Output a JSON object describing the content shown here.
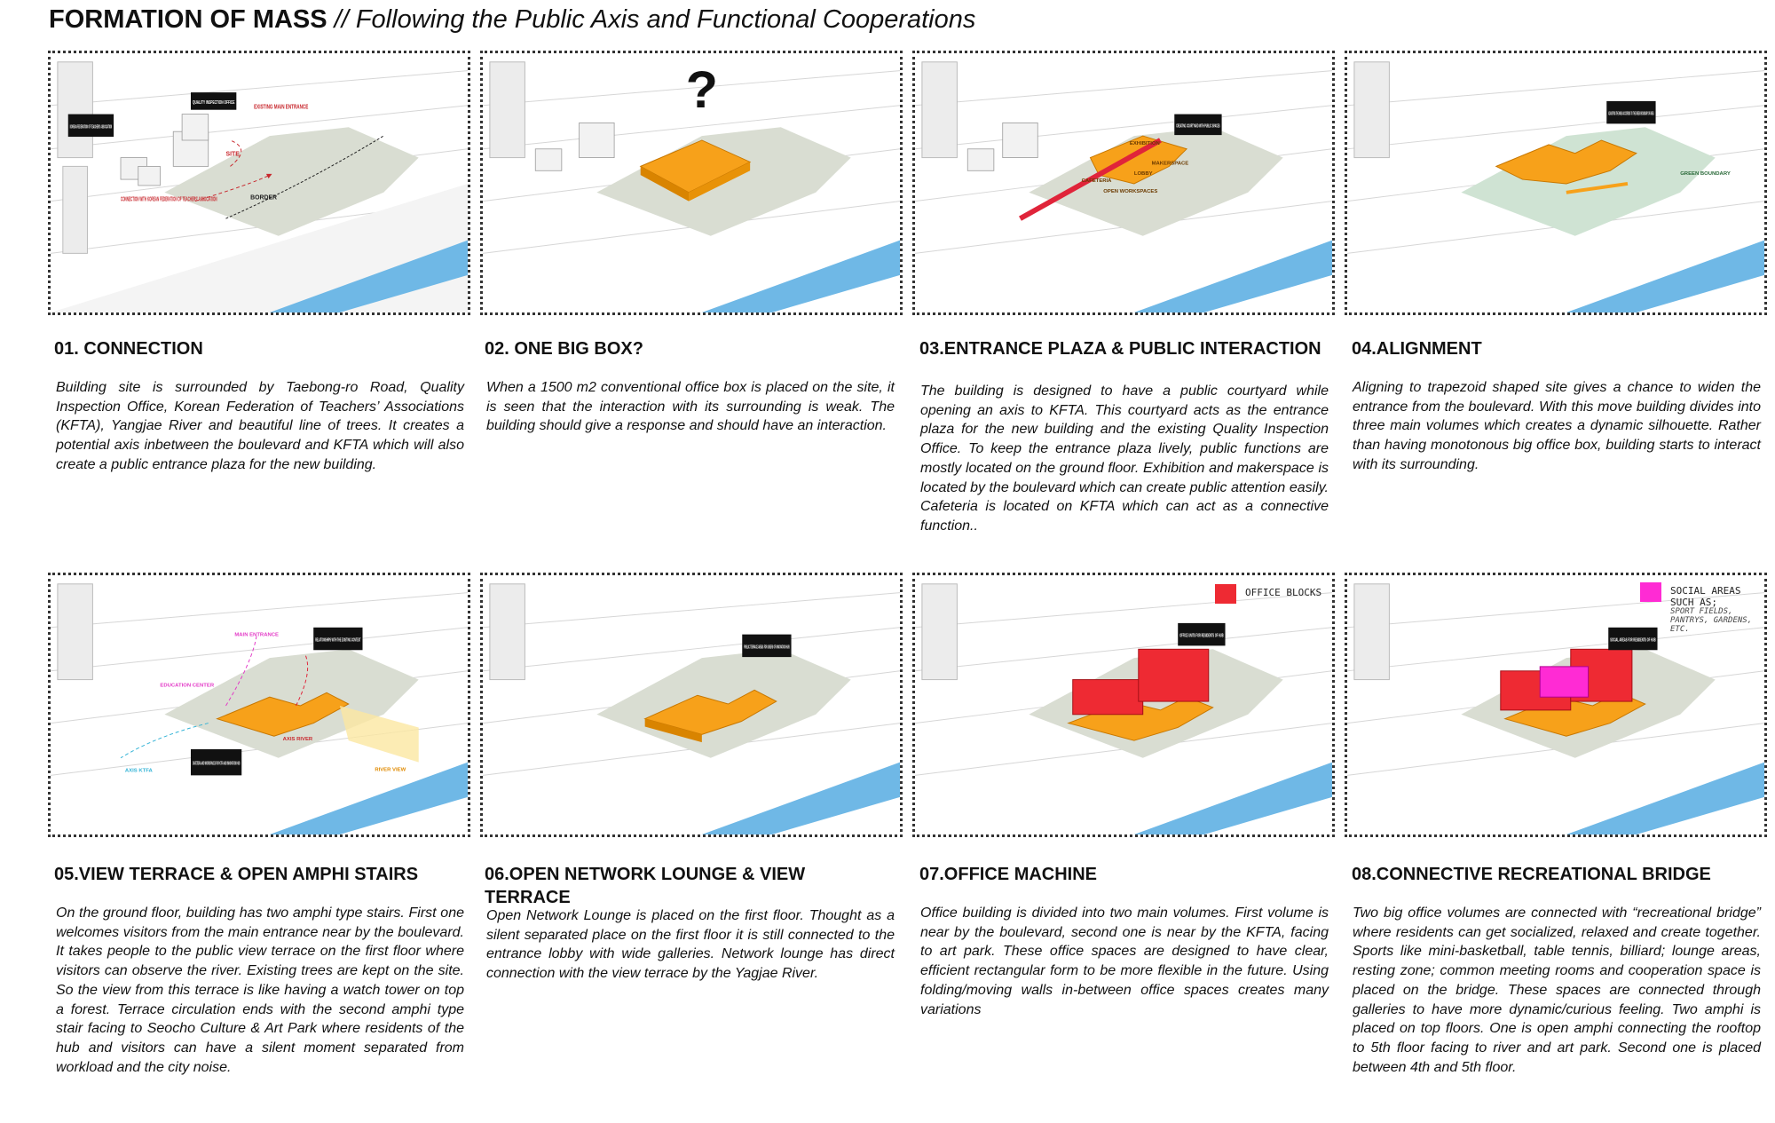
{
  "title": {
    "bold": "FORMATION OF MASS",
    "italic": " // Following the Public Axis and Functional Cooperations"
  },
  "colors": {
    "mass_orange": "#f7a11a",
    "office_red": "#ee2a33",
    "social_magenta": "#ff2bd4",
    "river_blue": "#6fb8e6",
    "site_grey": "#d9ddd2",
    "green_boundary": "#cfe3d3",
    "axis_red": "#e0243a"
  },
  "sections": [
    {
      "heading": "01. CONNECTION",
      "body": "Building site is surrounded by Taebong-ro Road, Quality Inspection Office, Korean Federation of Teachers’ Associations (KFTA), Yangjae River and beautiful line of trees. It creates a potential axis inbetween the boulevard and KFTA which will also create a public entrance plaza for the new building.",
      "labels": {
        "kfta": "KOREAN FEDERATION OF TEACHERS’ ASSOCIATION",
        "qio": "QUALITY INSPECTION OFFICE",
        "entrance": "EXISTING MAIN ENTRANCE",
        "site": "SITE",
        "border": "BORDER",
        "connection": "CONNECTION WITH KOREAN FEDERATION OF TEACHERS’ ASSOCIATION"
      }
    },
    {
      "heading": "02. ONE BIG BOX?",
      "body": "When a 1500 m2 conventional office box is placed on the site, it is seen that the interaction with its surrounding is weak. The building should give a response and should have an interaction.",
      "labels": {
        "question": "?"
      }
    },
    {
      "heading": "03.ENTRANCE PLAZA & PUBLIC INTERACTION",
      "body": "The building is designed to have a public courtyard while opening an axis to KFTA.  This courtyard acts as the entrance plaza for the new building and the existing Quality Inspection Office. To keep the entrance plaza lively, public functions are mostly located on the ground floor. Exhibition and makerspace is located by the boulevard which can create public attention easily. Cafeteria is located on KFTA which can act as a connective function..",
      "labels": {
        "callout": "CREATING COURTYARD WITH PUBLIC SPACES",
        "exhibition": "EXHIBITION",
        "makerspace": "MAKERSPACE",
        "lobby": "LOBBY",
        "cafeteria": "CAFETERIA",
        "open_workspaces": "OPEN WORKSPACES"
      }
    },
    {
      "heading": "04.ALIGNMENT",
      "body": "Aligning to trapezoid shaped site gives a chance to widen the entrance from the boulevard. With this move building divides into three main volumes which creates a dynamic silhouette. Rather than having monotonous big office box, building starts to interact with its surrounding.",
      "labels": {
        "callout": "ADJUSTING THE MASS ACCORDING TO THE GREEN BOUNDARY OF AREA",
        "green": "GREEN BOUNDARY"
      }
    },
    {
      "heading": "05.VIEW TERRACE & OPEN AMPHI STAIRS",
      "body": "On the ground floor, building has two amphi type stairs. First one welcomes visitors from the main entrance near by the boulevard. It takes people to the public view terrace on the first floor where visitors can observe the river. Existing trees are kept on the site. So the view from this terrace is like having a watch tower on top a forest. Terrace circulation ends with the second amphi type stair facing to Seocho Culture & Art Park where residents of the hub and visitors can have a silent moment separated from workload and the city noise.",
      "labels": {
        "main_entrance": "MAIN ENTRANCE",
        "education": "EDUCATION CENTER",
        "relationships": "RELATIONSHIPS WITH THE EXISTING CONTEXT",
        "axis_river": "AXIS RIVER",
        "axis_kfta": "AXIS KTFA",
        "river_view": "RIVER VIEW",
        "cafeteria": "CAFETERIA AND WORKSPACES FOR KTFA AND INNOVATION HUB"
      }
    },
    {
      "heading": "06.OPEN NETWORK LOUNGE & VIEW TERRACE",
      "body": "Open Network Lounge is placed on the first floor. Thought as a silent separated place on the first floor it is still connected to the entrance lobby with wide galleries. Network lounge has direct connection with the view terrace by the Yagjae River.",
      "labels": {
        "callout": "PUBLIC TERRACE AREAS FOR USERS OF INNOVATION HUB"
      }
    },
    {
      "heading": "07.OFFICE MACHINE",
      "body": "Office building is divided into two main volumes. First volume is near by the boulevard, second one is near by the KFTA, facing to art park. These office spaces are designed to have clear, efficient rectangular form to be more flexible in the future. Using folding/moving walls in-between office spaces creates many variations",
      "labels": {
        "callout": "OFFICE UNITS FOR RESIDENTS OF HUB"
      },
      "legend": {
        "label": "OFFICE BLOCKS"
      }
    },
    {
      "heading": "08.CONNECTIVE RECREATIONAL BRIDGE",
      "body": "Two big office volumes are connected with “recreational bridge” where residents can get socialized, relaxed and create together. Sports like mini-basketball, table tennis, billiard; lounge areas, resting zone; common meeting rooms and cooperation space is placed on the bridge. These spaces are connected through galleries to have more dynamic/curious feeling. Two amphi is placed on top floors. One is open amphi connecting the rooftop to 5th floor facing to river and art park. Second one is placed between 4th and 5th floor.",
      "labels": {
        "callout": "SOCIAL AREAS FOR RESIDENTS OF HUB"
      },
      "legend": {
        "label": "SOCIAL AREAS SUCH AS;",
        "sub": "SPORT FIELDS, PANTRYS, GARDENS, ETC."
      }
    }
  ]
}
